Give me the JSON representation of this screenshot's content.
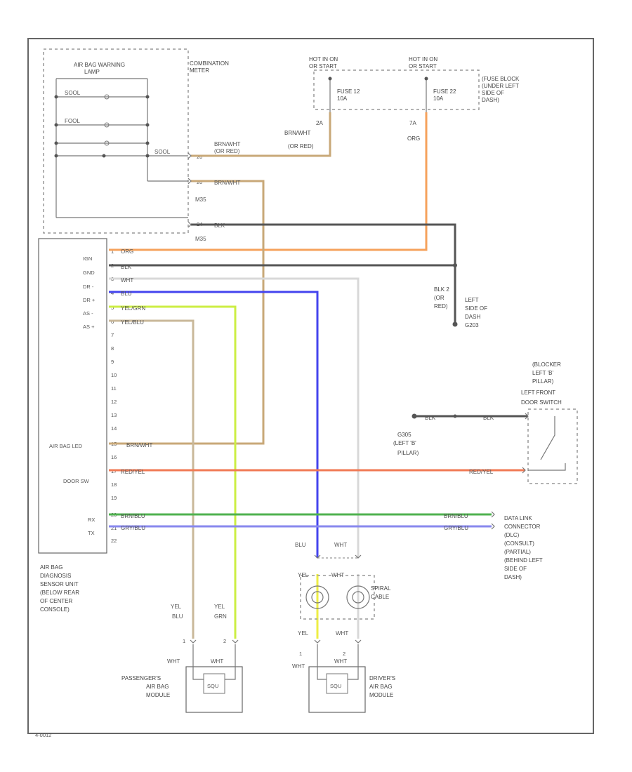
{
  "colors": {
    "org": "#f6a25c",
    "blk": "#555555",
    "wht": "#d8d8d8",
    "blu": "#4444ee",
    "yel_grn": "#ccee44",
    "yel_blu": "#c9b89a",
    "brn_wht": "#c8a878",
    "red_yel": "#f07a55",
    "brn_blu": "#4fb24f",
    "gry_blu": "#8888ee",
    "yel": "#eeee44",
    "frame": "#666666",
    "dash": "#999999"
  },
  "labels": {
    "airbag_warning_lamp": [
      "AIR BAG WARNING",
      "LAMP"
    ],
    "combination_meter": [
      "COMBINATION",
      "METER"
    ],
    "hot_in_on_1": [
      "HOT IN ON",
      "OR START"
    ],
    "hot_in_on_2": [
      "HOT IN ON",
      "OR START"
    ],
    "fuse_12": [
      "FUSE 12",
      "10A"
    ],
    "fuse_22": [
      "FUSE 22",
      "10A"
    ],
    "fuse_block": [
      "(FUSE BLOCK",
      "(UNDER LEFT",
      "SIDE OF",
      "DASH)"
    ],
    "fuse_12_wire": [
      "2A",
      "BRN/WHT",
      "(OR RED)"
    ],
    "fuse_22_wire": [
      "7A",
      "ORG"
    ],
    "lamp_row_1": "SOOL",
    "lamp_row_2": "FOOL",
    "lamp_row_3": "SOOL",
    "meter_pin_1": "20",
    "meter_pin_2": "20",
    "meter_pin_3": "24",
    "meter_id_1": "M35",
    "meter_id_2": "M35",
    "ground_1": [
      "BLK 2",
      "(OR",
      "RED)"
    ],
    "ground_1_loc": [
      "LEFT",
      "SIDE OF",
      "DASH",
      "G203"
    ],
    "door_switch": [
      "(BLOCKER",
      "LEFT 'B'",
      "PILLAR)",
      "LEFT FRONT",
      "DOOR SWITCH"
    ],
    "ground_2": [
      "G305",
      "(LEFT 'B'",
      "PILLAR)"
    ],
    "dlc": [
      "DATA LINK",
      "CONNECTOR",
      "(DLC)",
      "(CONSULT)",
      "(PARTIAL)",
      "(BEHIND LEFT",
      "SIDE OF",
      "DASH)"
    ],
    "sensor_unit": [
      "AIR BAG",
      "DIAGNOSIS",
      "SENSOR UNIT",
      "(BELOW REAR",
      "OF CENTER",
      "CONSOLE)"
    ],
    "spiral_cable": [
      "SPIRAL",
      "CABLE"
    ],
    "passenger_module": [
      "PASSENGER'S",
      "AIR BAG",
      "MODULE"
    ],
    "driver_module": [
      "DRIVER'S",
      "AIR BAG",
      "MODULE"
    ],
    "pass_wire_1": [
      "YEL",
      "BLU"
    ],
    "pass_wire_2": [
      "YEL",
      "GRN"
    ],
    "pass_pin_1": "1",
    "pass_pin_2": "2",
    "spiral_top_1": "BLU",
    "spiral_top_2": "WHT",
    "spiral_mid_1": "YEL",
    "spiral_mid_2": "WHT",
    "spiral_bot_1": "YEL",
    "spiral_bot_2": "WHT",
    "drv_pin_1": "1",
    "drv_pin_2": "2",
    "module_wht": "WHT",
    "module_inner": "SQU",
    "footer_code": "4-0012"
  },
  "sensor_pins": {
    "names": [
      "IGN",
      "GND",
      "DR -",
      "DR +",
      "AS -",
      "AS +",
      "AIR BAG LED",
      "DOOR SW",
      "RX",
      "TX"
    ],
    "numbers": [
      "1",
      "2",
      "3",
      "4",
      "5",
      "6",
      "7",
      "8",
      "9",
      "10",
      "11",
      "12",
      "13",
      "14",
      "15",
      "16",
      "17",
      "18",
      "19",
      "20",
      "21",
      "22"
    ]
  },
  "wires": {
    "ign": "ORG",
    "gnd": "BLK",
    "dr_minus": "WHT",
    "dr_plus": "BLU",
    "as_minus": "YEL/GRN",
    "as_plus": "YEL/BLU",
    "led": "BRN/WHT",
    "door_sw": "RED/YEL",
    "rx": "BRN/BLU",
    "tx": "GRY/BLU",
    "meter_1": "BRN/WHT",
    "meter_1b": "(OR RED)",
    "meter_2": "BRN/WHT",
    "meter_3": "BLK",
    "door_in": "BLK",
    "door_mid": "BLK"
  }
}
